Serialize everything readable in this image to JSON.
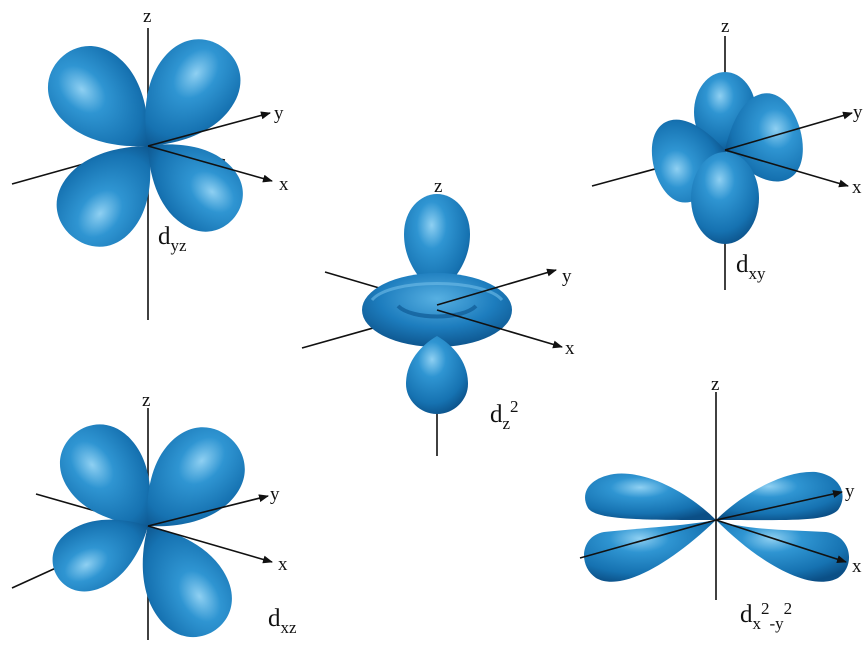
{
  "colors": {
    "lobe": "#1f7fbf",
    "lobe_dark": "#0b4f86",
    "lobe_light": "#86c8ec",
    "axis": "#111111"
  },
  "axes": {
    "x": "x",
    "y": "y",
    "z": "z"
  },
  "orbitals": [
    {
      "id": "dyz",
      "main": "d",
      "sub": "yz"
    },
    {
      "id": "dxy",
      "main": "d",
      "sub": "xy"
    },
    {
      "id": "dz2",
      "main": "d",
      "sub": "z",
      "sup": "2"
    },
    {
      "id": "dxz",
      "main": "d",
      "sub": "xz"
    },
    {
      "id": "dx2y2",
      "main": "d",
      "sub": "x",
      "sup": "2",
      "sub2": "-y",
      "sup2": "2"
    }
  ]
}
